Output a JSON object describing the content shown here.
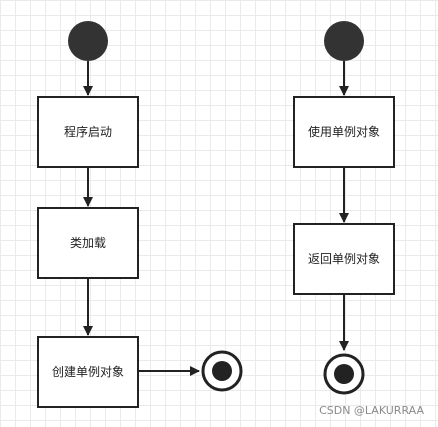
{
  "diagram": {
    "left_flow": {
      "steps": [
        "程序启动",
        "类加载",
        "创建单例对象"
      ]
    },
    "right_flow": {
      "steps": [
        "使用单例对象",
        "返回单例对象"
      ]
    }
  },
  "watermark": "CSDN @LAKURRAA"
}
